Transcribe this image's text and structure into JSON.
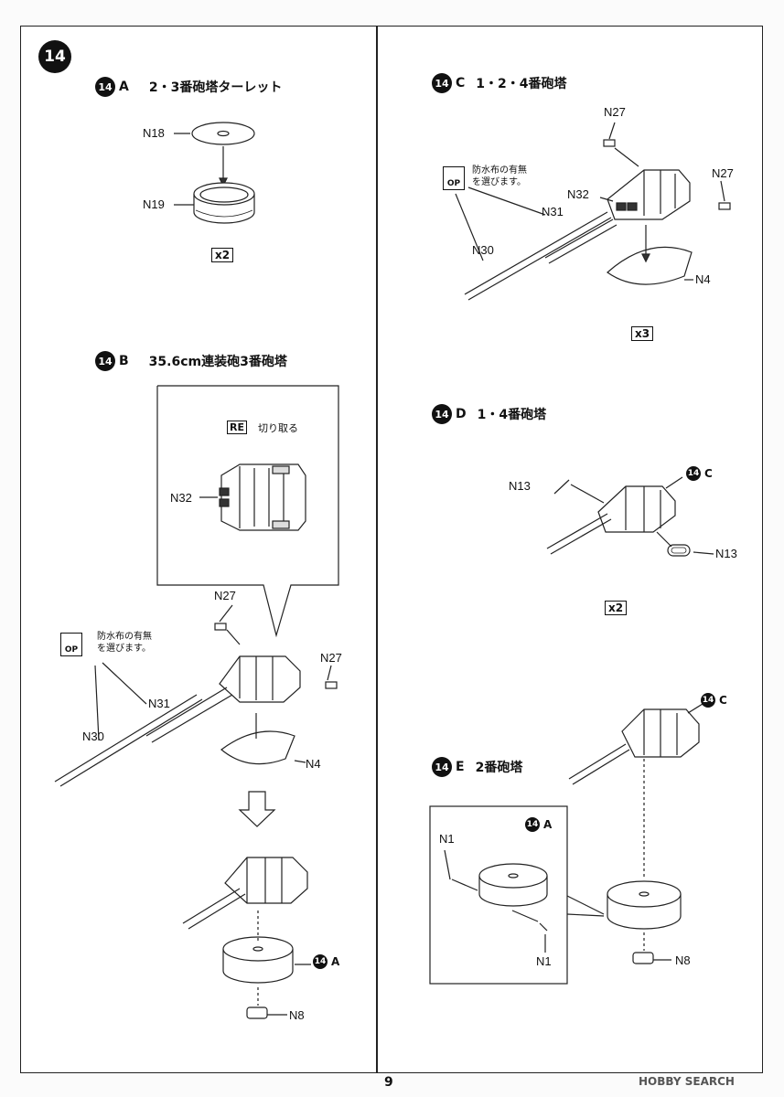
{
  "step": {
    "number": "14"
  },
  "sections": {
    "a": {
      "badge": "14",
      "letter": "A",
      "title": "2・3番砲塔ターレット",
      "multiplier": "x2",
      "parts": {
        "n18": "N18",
        "n19": "N19"
      }
    },
    "b": {
      "badge": "14",
      "letter": "B",
      "title": "35.6cm連装砲3番砲塔",
      "re_tag": "RE",
      "re_text": "切り取る",
      "op_tag": "OP",
      "op_text_line1": "防水布の有無",
      "op_text_line2": "を選びます。",
      "parts": {
        "n32": "N32",
        "n27a": "N27",
        "n27b": "N27",
        "n31": "N31",
        "n30": "N30",
        "n4": "N4",
        "n8": "N8"
      },
      "ref_badge": "14",
      "ref_letter": "A"
    },
    "c": {
      "badge": "14",
      "letter": "C",
      "title": "1・2・4番砲塔",
      "multiplier": "x3",
      "op_tag": "OP",
      "op_text_line1": "防水布の有無",
      "op_text_line2": "を選びます。",
      "parts": {
        "n27a": "N27",
        "n27b": "N27",
        "n32": "N32",
        "n31": "N31",
        "n30": "N30",
        "n4": "N4"
      }
    },
    "d": {
      "badge": "14",
      "letter": "D",
      "title": "1・4番砲塔",
      "multiplier": "x2",
      "ref_badge": "14",
      "ref_letter": "C",
      "parts": {
        "n13a": "N13",
        "n13b": "N13"
      }
    },
    "e": {
      "badge": "14",
      "letter": "E",
      "title": "2番砲塔",
      "ref_badge_a": "14",
      "ref_letter_a": "A",
      "ref_badge_c": "14",
      "ref_letter_c": "C",
      "parts": {
        "n1a": "N1",
        "n1b": "N1",
        "n8": "N8"
      }
    }
  },
  "footer": {
    "page_number": "9",
    "watermark": "HOBBY SEARCH"
  }
}
